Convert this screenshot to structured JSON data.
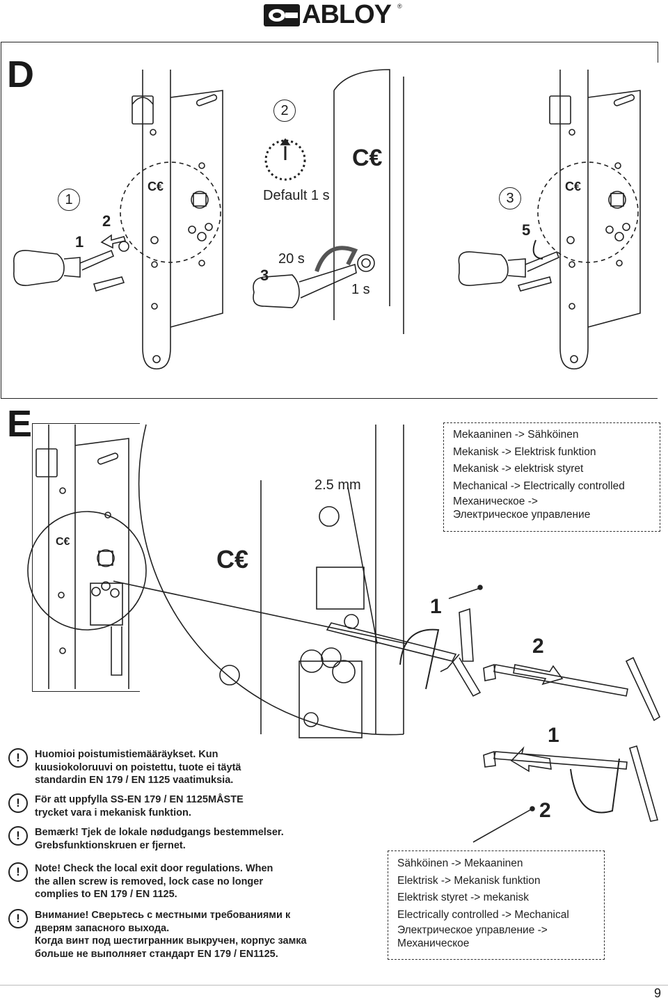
{
  "header": {
    "brand": "ABLOY"
  },
  "section_d": {
    "letter": "D",
    "step_1_marker": "1",
    "step_2_marker": "2",
    "step_3_marker": "3",
    "label_1": "1",
    "label_2": "2",
    "label_3": "3",
    "label_5": "5",
    "default_time": "Default 1 s",
    "time_20s": "20 s",
    "time_1s": "1 s"
  },
  "section_e": {
    "letter": "E",
    "wrench_size": "2.5 mm",
    "label_1_top": "1",
    "label_2_top": "2",
    "label_1_bottom": "1",
    "label_2_bottom": "2",
    "box_mech_to_elec": [
      "Mekaaninen -> Sähköinen",
      "Mekanisk -> Elektrisk funktion",
      "Mekanisk -> elektrisk styret",
      "Mechanical -> Electrically controlled",
      "Механическое ->",
      "Электрическое управление"
    ],
    "box_elec_to_mech": [
      "Sähköinen -> Mekaaninen",
      "Elektrisk -> Mekanisk funktion",
      "Elektrisk styret -> mekanisk",
      "Electrically controlled -> Mechanical",
      "Электрическое управление ->",
      "Механическое"
    ]
  },
  "warnings": [
    {
      "icon": "!",
      "lines": [
        "Huomioi poistumistiemääräykset. Kun",
        "kuusiokoloruuvi on poistettu, tuote ei täytä",
        "standardin EN 179 / EN 1125 vaatimuksia."
      ]
    },
    {
      "icon": "!",
      "lines": [
        "För att uppfylla SS-EN 179 / EN 1125MÅSTE",
        "trycket vara i mekanisk funktion."
      ]
    },
    {
      "icon": "!",
      "lines": [
        "Bemærk! Tjek de lokale nødudgangs bestemmelser.",
        "Grebsfunktionskruen er fjernet."
      ]
    },
    {
      "icon": "!",
      "lines": [
        "Note! Check the local exit door regulations. When",
        "the allen screw is removed, lock case no longer",
        "complies to EN 179 / EN 1125."
      ]
    },
    {
      "icon": "!",
      "lines": [
        "Внимание! Сверьтесь с местными требованиями к",
        "дверям запасного выхода.",
        "Когда винт под шестигранник выкручен, корпус замка",
        "больше не выполняет стандарт EN 179 / EN1125."
      ]
    }
  ],
  "footer": {
    "page_number": "9"
  }
}
